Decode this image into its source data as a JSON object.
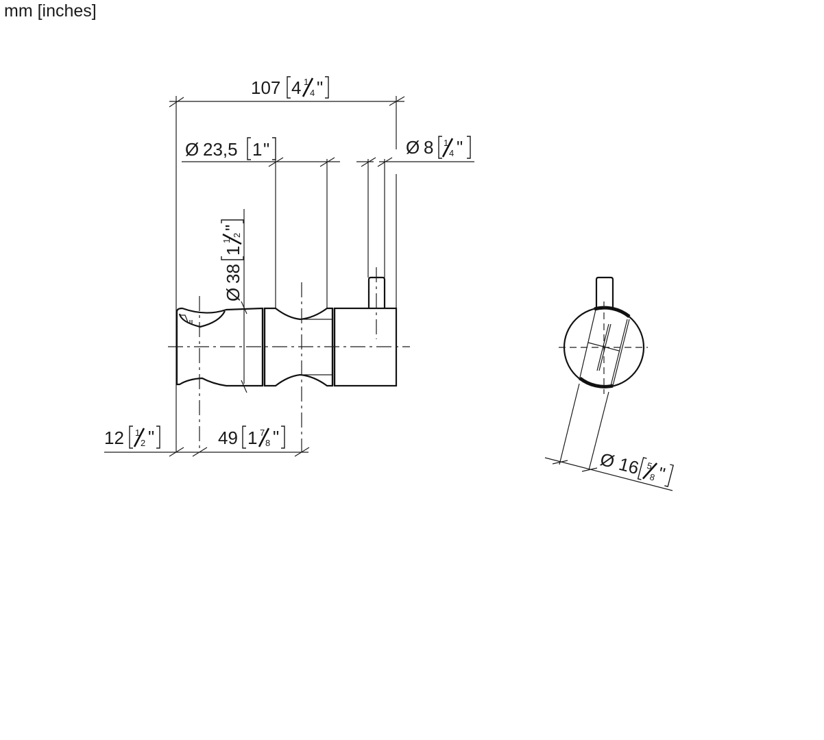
{
  "units_label": "mm [inches]",
  "side_view": {
    "overall_length": {
      "mm": "107",
      "inch_whole": "4",
      "inch_num": "1",
      "inch_den": "4",
      "inch_mark": "\""
    },
    "bore_diameter": {
      "symbol": "Ø",
      "mm": "23,5",
      "inch": "1",
      "inch_mark": "\""
    },
    "pin_diameter": {
      "symbol": "Ø",
      "mm": "8",
      "inch_num": "1",
      "inch_den": "4",
      "inch_mark": "\""
    },
    "outer_diameter": {
      "symbol": "Ø",
      "mm": "38",
      "inch_whole": "1",
      "inch_num": "1",
      "inch_den": "2",
      "inch_mark": "\""
    },
    "grip_offset": {
      "mm": "12",
      "inch_num": "1",
      "inch_den": "2",
      "inch_mark": "\""
    },
    "grip_length": {
      "mm": "49",
      "inch_whole": "1",
      "inch_num": "7",
      "inch_den": "8",
      "inch_mark": "\""
    }
  },
  "end_view": {
    "slot_diameter": {
      "symbol": "Ø",
      "mm": "16",
      "inch_num": "5",
      "inch_den": "8",
      "inch_mark": "\""
    }
  },
  "colors": {
    "line": "#1a1a1a",
    "background": "#ffffff"
  }
}
